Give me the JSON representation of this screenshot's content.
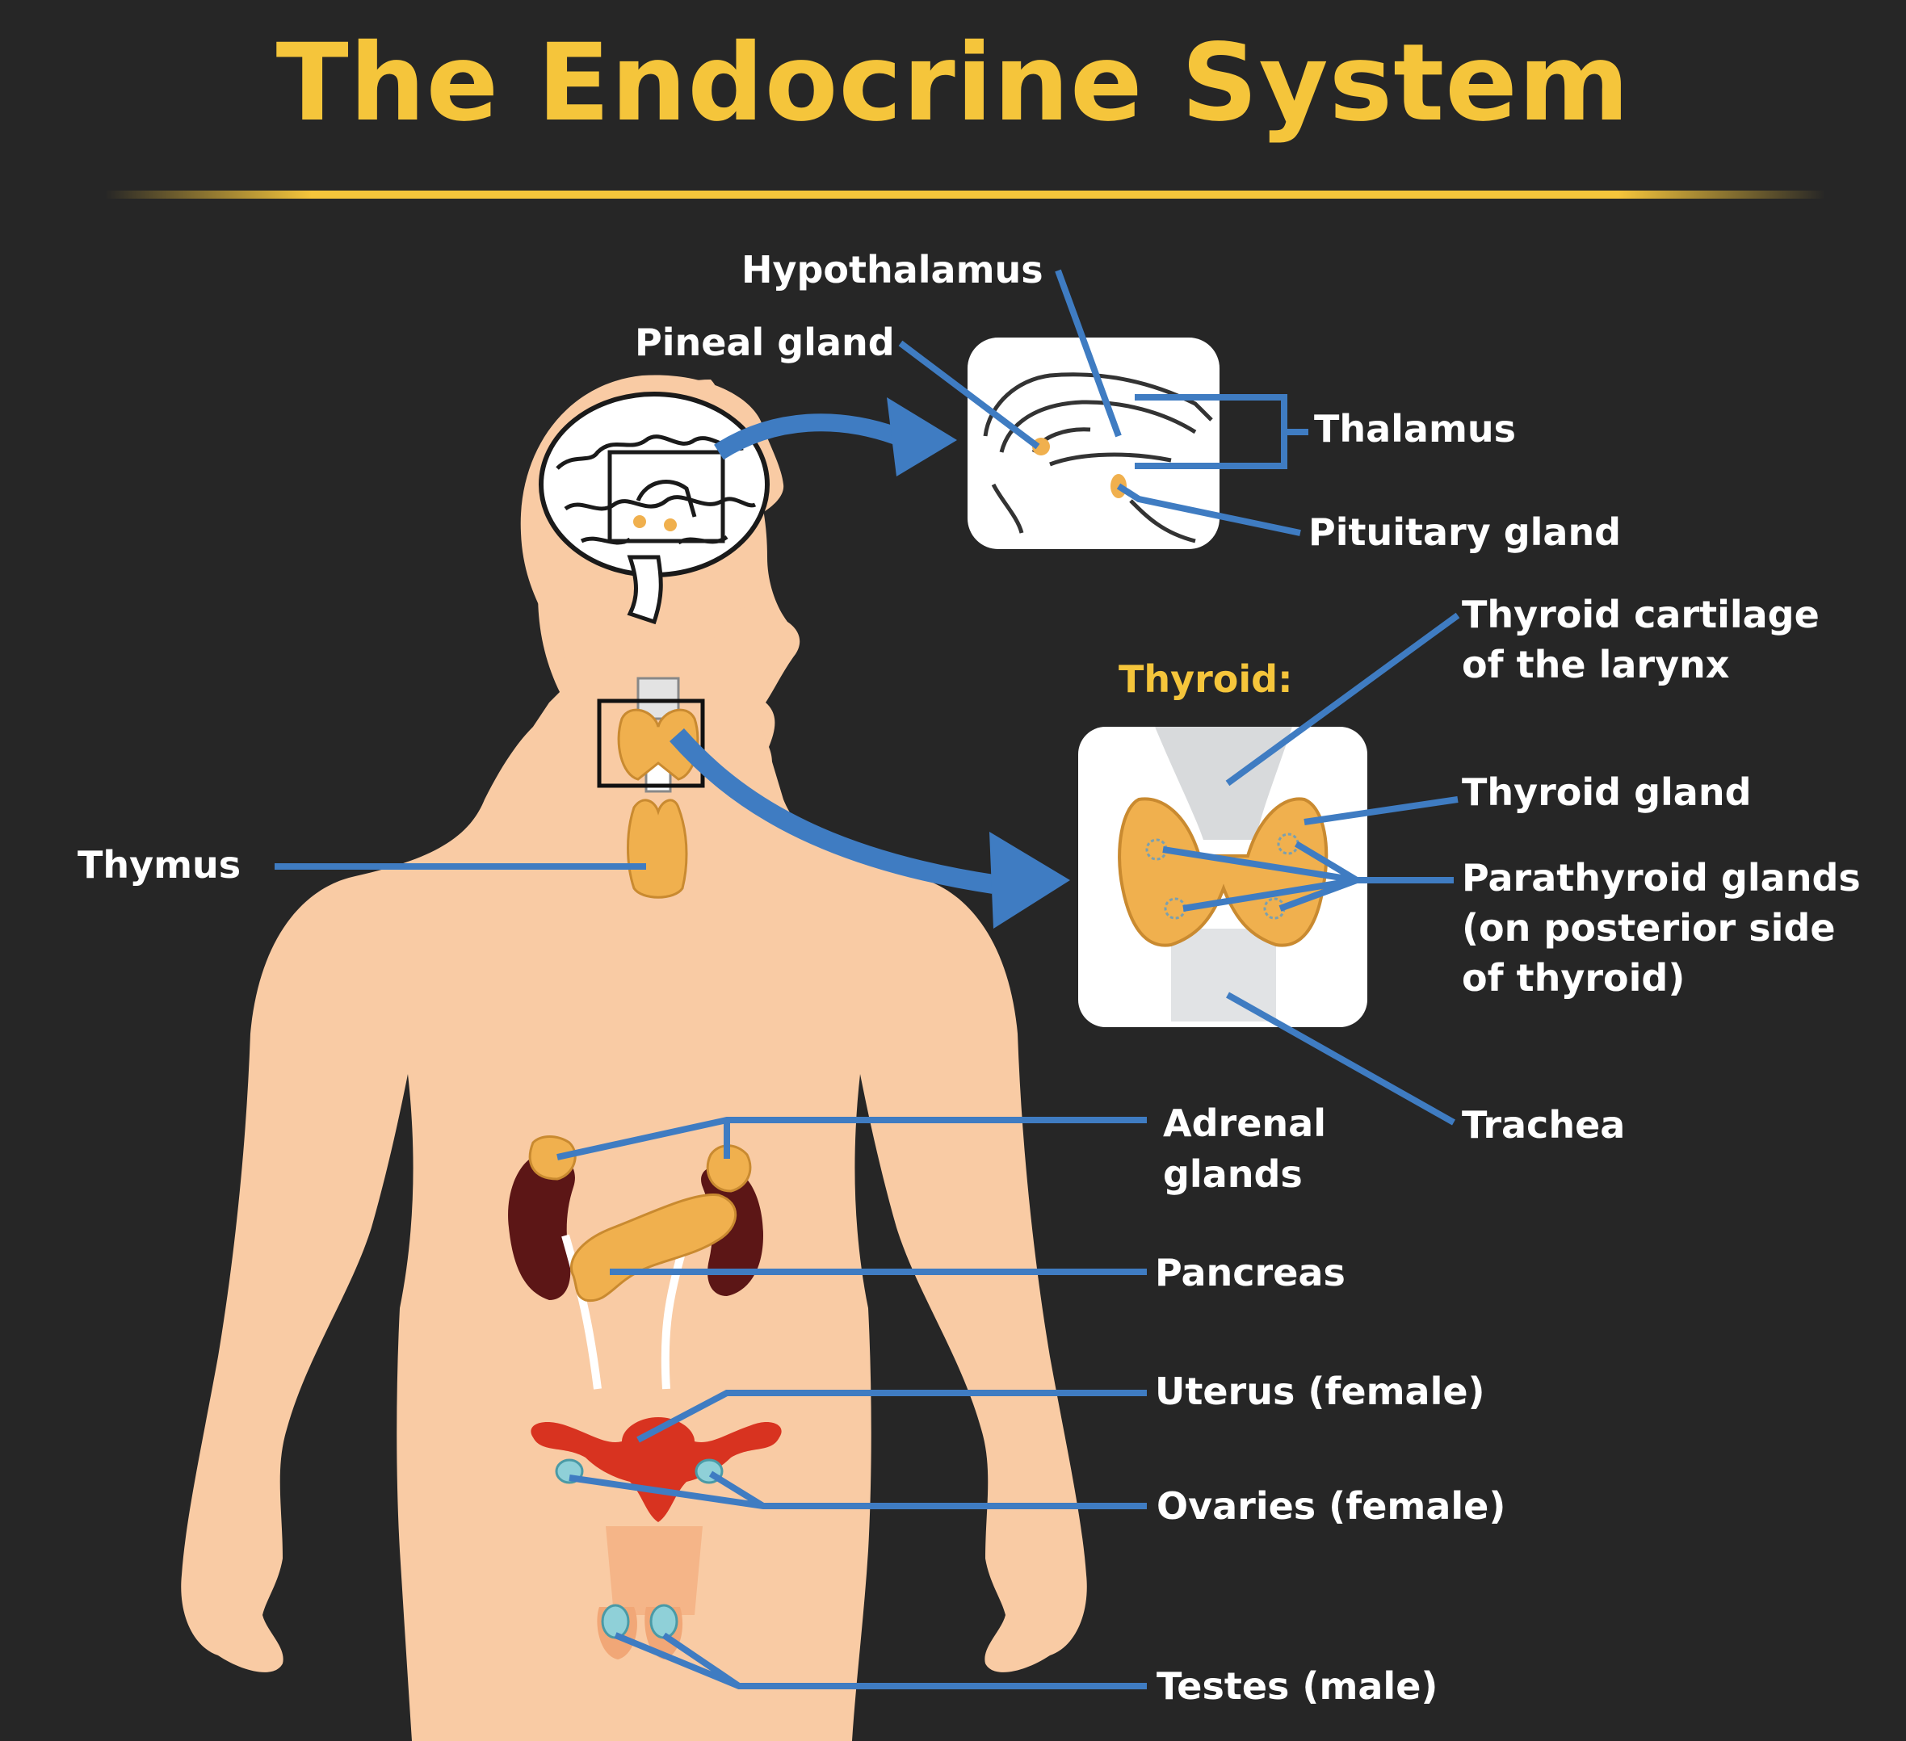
{
  "title": "The Endocrine System",
  "colors": {
    "background": "#262626",
    "title": "#f5c53b",
    "label": "#ffffff",
    "leader_line": "#3f7cc2",
    "skin": "#f9cba4",
    "gland": "#f0b04e",
    "kidney": "#5c1616",
    "uterus": "#d83320",
    "ovary_testis": "#8fd0d8"
  },
  "labels": {
    "hypothalamus": "Hypothalamus",
    "pineal": "Pineal gland",
    "thalamus": "Thalamus",
    "pituitary": "Pituitary gland",
    "thyroid_heading": "Thyroid:",
    "thyroid_cartilage_1": "Thyroid cartilage",
    "thyroid_cartilage_2": "of the larynx",
    "thyroid_gland": "Thyroid gland",
    "parathyroid_1": "Parathyroid glands",
    "parathyroid_2": "(on posterior side",
    "parathyroid_3": "of thyroid)",
    "trachea": "Trachea",
    "thymus": "Thymus",
    "adrenal_1": "Adrenal",
    "adrenal_2": "glands",
    "pancreas": "Pancreas",
    "uterus": "Uterus (female)",
    "ovaries": "Ovaries (female)",
    "testes": "Testes (male)"
  }
}
